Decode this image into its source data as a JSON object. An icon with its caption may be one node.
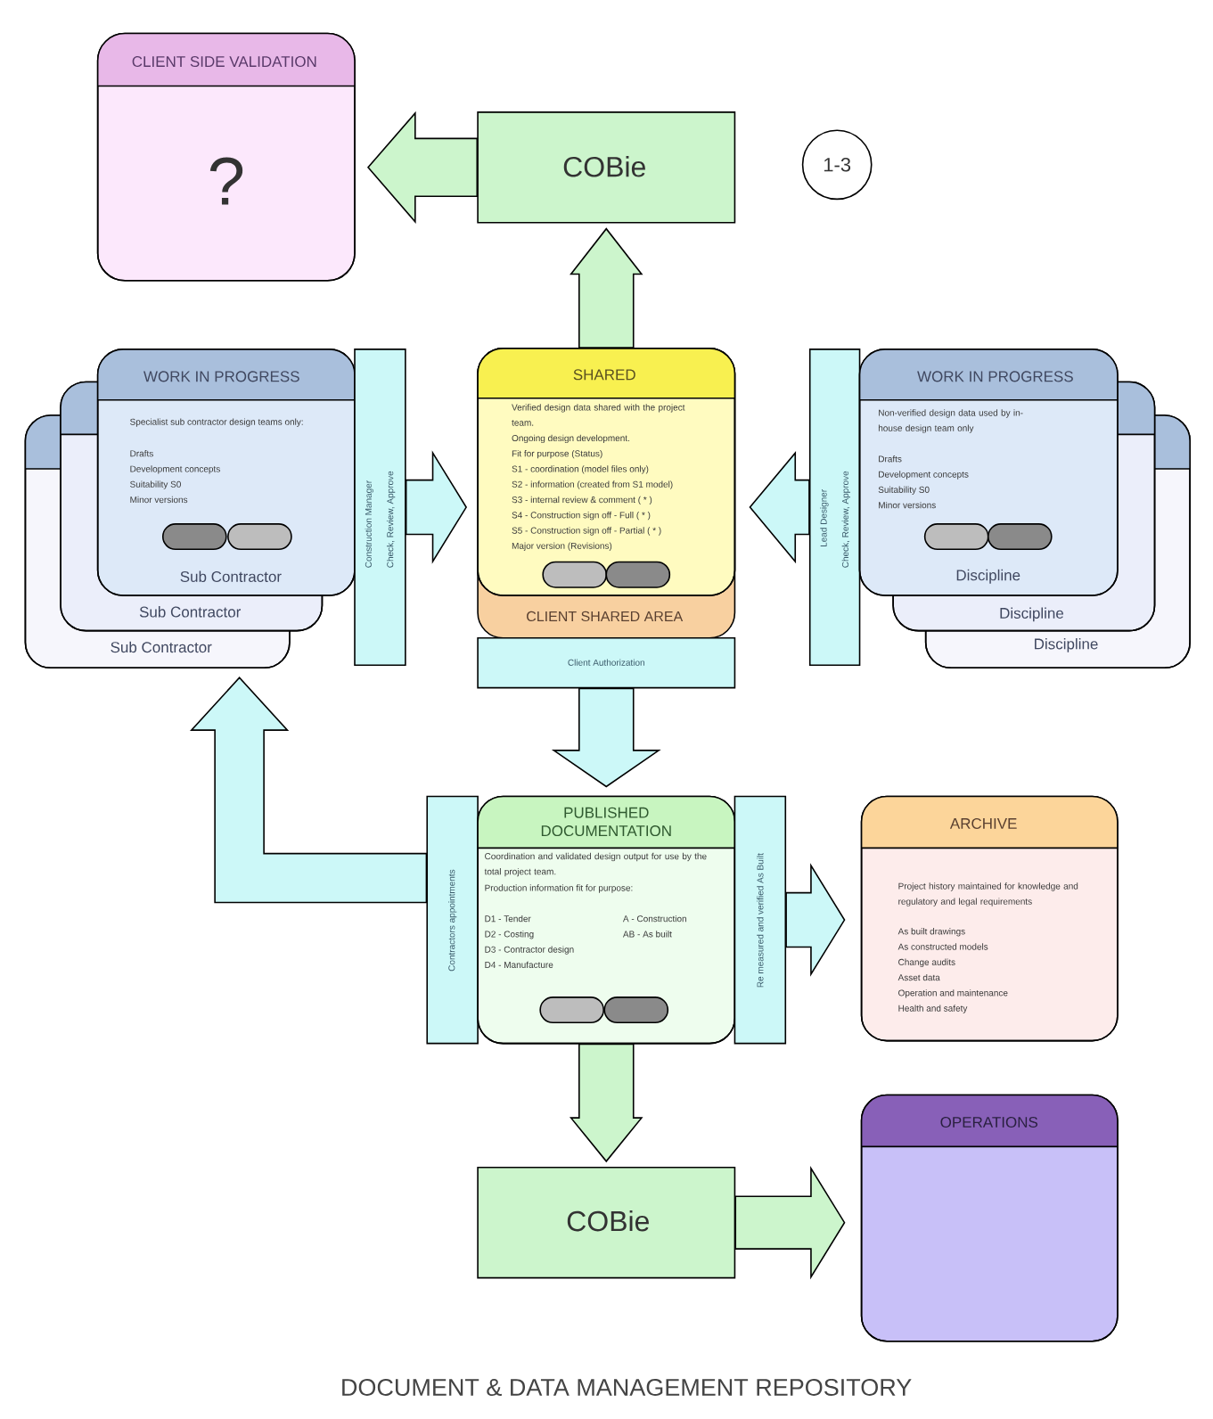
{
  "diagram": {
    "title": "DOCUMENT & DATA MANAGEMENT REPOSITORY",
    "nodes": [
      {
        "text": [
          "CLIENT SIDE VALIDATION",
          "?"
        ]
      },
      {
        "text": [
          "COBie"
        ]
      },
      {
        "text": [
          "1-3"
        ]
      },
      {
        "text": [
          "WORK IN PROGRESS",
          "Specialist sub contractor design teams only:",
          "Drafts",
          "Development concepts",
          "Suitability S0",
          "Minor versions",
          "Sub Contractor"
        ]
      },
      {
        "text": [
          "Sub Contractor"
        ]
      },
      {
        "text": [
          "Sub Contractor"
        ]
      },
      {
        "text": [
          "Construction Manager",
          "Check, Review, Approve"
        ]
      },
      {
        "text": [
          "CLIENT SHARED AREA"
        ]
      },
      {
        "text": [
          "SHARED",
          "Verified design data shared with the project team.",
          "Ongoing design development.",
          "Fit for purpose (Status)",
          "S1 - coordination (model files only)",
          "S2 - information (created from S1 model)",
          "S3 - internal review & comment ( * )",
          "S4 - Construction sign off - Full ( * )",
          "S5 - Construction sign off - Partial ( * )",
          "Major version (Revisions)"
        ],
        "in": 7
      },
      {
        "text": [
          "Lead Designer",
          "Check, Review, Approve"
        ]
      },
      {
        "text": [
          "WORK IN PROGRESS",
          "Non-verified design data used by in-house design team only",
          "Drafts",
          "Development concepts",
          "Suitability S0",
          "Minor versions",
          "Discipline"
        ]
      },
      {
        "text": [
          "Discipline"
        ]
      },
      {
        "text": [
          "Discipline"
        ]
      },
      {
        "text": [
          "Client Authorization"
        ]
      },
      {
        "text": [
          "Contractors appointments"
        ]
      },
      {
        "text": [
          "PUBLISHED DOCUMENTATION",
          "Coordination and validated design output for use by the total project team.",
          "Production information fit for purpose:",
          "D1 - Tender",
          "D2 - Costing",
          "D3 - Contractor design",
          "D4 - Manufacture",
          "A - Construction",
          "AB - As built"
        ]
      },
      {
        "text": [
          "Re measured and verified As Built"
        ]
      },
      {
        "text": [
          "ARCHIVE",
          "Project history maintained for knowledge and regulatory and legal requirements",
          "As built drawings",
          "As constructed models",
          "Change audits",
          "Asset data",
          "Operation and maintenance",
          "Health and safety"
        ]
      },
      {
        "text": [
          "OPERATIONS"
        ]
      },
      {
        "text": [
          "COBie"
        ]
      }
    ],
    "edges": [
      {
        "from": 8,
        "to": 1,
        "arrow": "to"
      },
      {
        "from": 1,
        "to": 0,
        "arrow": "to"
      },
      {
        "from": 6,
        "to": 8,
        "arrow": "to"
      },
      {
        "from": 9,
        "to": 8,
        "arrow": "to"
      },
      {
        "from": 13,
        "to": 15,
        "arrow": "to"
      },
      {
        "from": 14,
        "to": 5,
        "arrow": "to"
      },
      {
        "from": 16,
        "to": 17,
        "arrow": "to"
      },
      {
        "from": 15,
        "to": 19,
        "arrow": "to"
      },
      {
        "from": 19,
        "to": 18,
        "arrow": "to"
      }
    ]
  }
}
